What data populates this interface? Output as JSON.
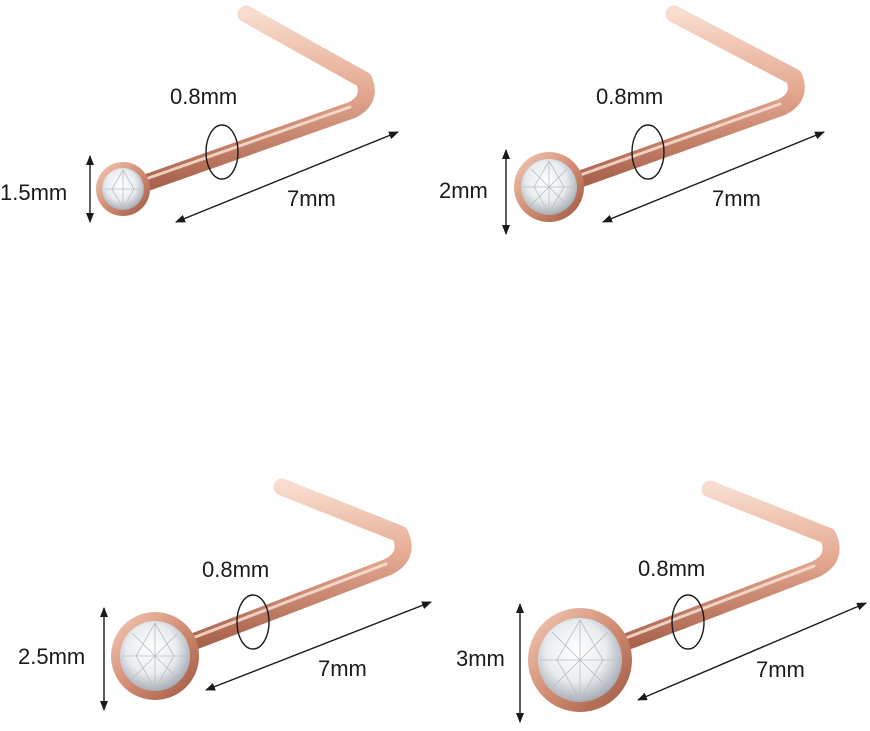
{
  "colors": {
    "metal_light": "#f6d2c2",
    "metal_mid": "#d99880",
    "metal_dark": "#a9624c",
    "line": "#1a1a1a",
    "background": "#ffffff"
  },
  "studs": [
    {
      "gem_label": "1.5mm",
      "wire_label": "0.8mm",
      "length_label": "7mm"
    },
    {
      "gem_label": "2mm",
      "wire_label": "0.8mm",
      "length_label": "7mm"
    },
    {
      "gem_label": "2.5mm",
      "wire_label": "0.8mm",
      "length_label": "7mm"
    },
    {
      "gem_label": "3mm",
      "wire_label": "0.8mm",
      "length_label": "7mm"
    }
  ]
}
